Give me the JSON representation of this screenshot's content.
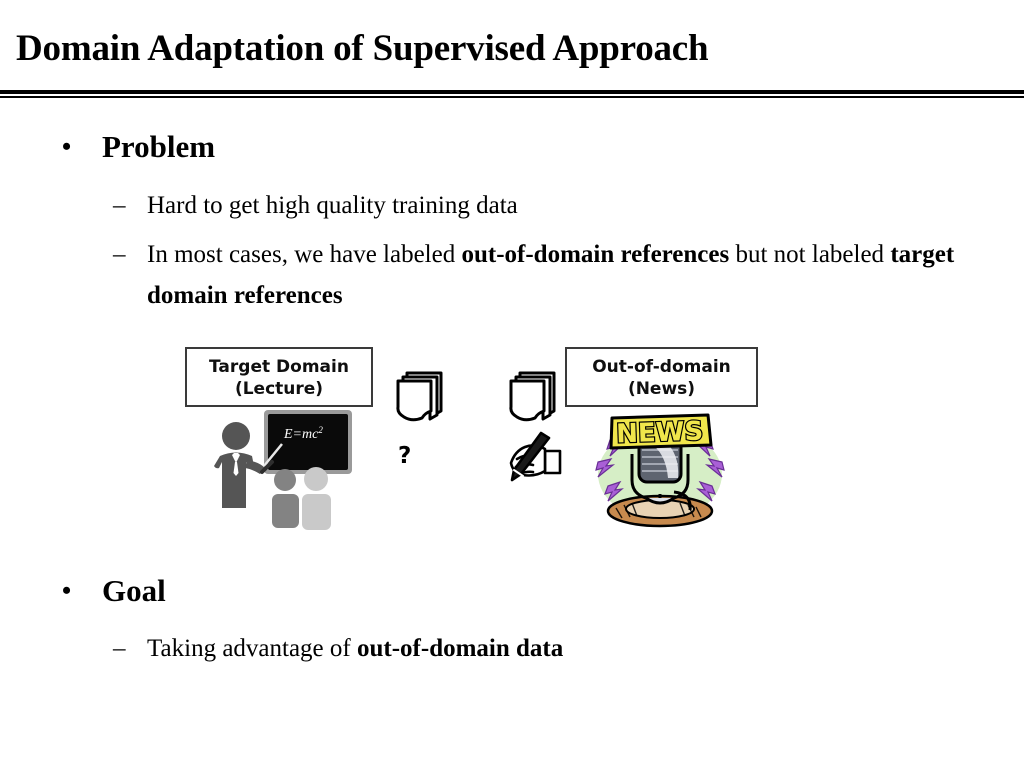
{
  "slide": {
    "title": "Domain Adaptation of Supervised Approach",
    "background_color": "#ffffff",
    "text_color": "#000000"
  },
  "sections": [
    {
      "heading": "Problem",
      "items": [
        {
          "id": "problem-item-1",
          "parts": [
            {
              "text": "Hard to get high quality training data",
              "bold": false
            }
          ]
        },
        {
          "id": "problem-item-2",
          "parts": [
            {
              "text": "In most cases, we have labeled ",
              "bold": false
            },
            {
              "text": "out-of-domain references",
              "bold": true
            },
            {
              "text": " but not labeled ",
              "bold": false
            },
            {
              "text": "target domain references",
              "bold": true
            }
          ]
        }
      ]
    },
    {
      "heading": "Goal",
      "items": [
        {
          "id": "goal-item-1",
          "parts": [
            {
              "text": "Taking advantage of ",
              "bold": false
            },
            {
              "text": "out-of-domain data",
              "bold": true
            }
          ]
        }
      ]
    }
  ],
  "diagram": {
    "target_box": {
      "line1": "Target Domain",
      "line2": "(Lecture)",
      "border_color": "#3a3a3a"
    },
    "source_box": {
      "line1": "Out-of-domain",
      "line2": "(News)",
      "border_color": "#3a3a3a"
    },
    "question_mark": "?",
    "blackboard_text": "E=mc",
    "blackboard_exponent": "2",
    "news_banner": "NEWS",
    "colors": {
      "teacher": "#555555",
      "student_dark": "#838383",
      "student_light": "#c9c9c9",
      "blackboard": "#0a0a0a",
      "blackboard_frame": "#9a9a9a",
      "news_yellow": "#f0e64b",
      "news_glow": "#d6eec6",
      "lightning_purple": "#a95fd6",
      "mic_body": "#5e6470",
      "mic_base_tan": "#c78a4e",
      "outline": "#000000"
    }
  }
}
